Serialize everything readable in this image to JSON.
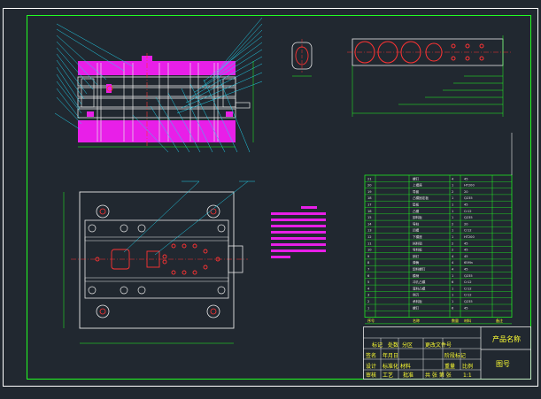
{
  "colors": {
    "background": "#212830",
    "frame_outer": "#ffffff",
    "frame_inner": "#22ff22",
    "line_white": "#e8e8e8",
    "leader": "#22d3ee",
    "hatch": "#e81fe8",
    "dimension": "#22ff22",
    "centerline": "#ff3333",
    "hole_red": "#ff3333",
    "title_text": "#ffff33"
  },
  "drawing": {
    "views": [
      "section-elevation-view",
      "strip-layout-view",
      "small-part-view",
      "plan-view",
      "notes-block"
    ],
    "icons": [
      "guide-pillar-hole",
      "punch-hole",
      "dowel-hole"
    ]
  },
  "title_block": {
    "product_name": "产品名称",
    "drawing_number": "图号",
    "material": "材料",
    "sign_labels": [
      "标记",
      "处数",
      "分区",
      "更改文件号",
      "签名",
      "年月日"
    ],
    "approval_labels": [
      "设计",
      "标准化",
      "审核",
      "工艺",
      "批准"
    ],
    "stage_labels": [
      "阶段标记",
      "重量",
      "比例"
    ],
    "scale_value": "1:1",
    "sheet_label": "共 张  第 张"
  },
  "parts_table": {
    "header": [
      "序号",
      "名称",
      "数量",
      "材料",
      "备注"
    ],
    "rows": [
      [
        "21",
        "螺钉",
        "4",
        "45",
        ""
      ],
      [
        "20",
        "上模座",
        "1",
        "HT200",
        ""
      ],
      [
        "19",
        "导套",
        "2",
        "20",
        ""
      ],
      [
        "18",
        "凸模固定板",
        "1",
        "Q235",
        ""
      ],
      [
        "17",
        "垫板",
        "1",
        "45",
        ""
      ],
      [
        "16",
        "凸模",
        "1",
        "Cr12",
        ""
      ],
      [
        "15",
        "卸料板",
        "1",
        "Q235",
        ""
      ],
      [
        "14",
        "导柱",
        "2",
        "20",
        ""
      ],
      [
        "13",
        "凹模",
        "1",
        "Cr12",
        ""
      ],
      [
        "12",
        "下模座",
        "1",
        "HT200",
        ""
      ],
      [
        "11",
        "挡料销",
        "2",
        "45",
        ""
      ],
      [
        "10",
        "导料板",
        "2",
        "45",
        ""
      ],
      [
        "9",
        "销钉",
        "4",
        "45",
        ""
      ],
      [
        "8",
        "弹簧",
        "4",
        "65Mn",
        ""
      ],
      [
        "7",
        "卸料螺钉",
        "4",
        "45",
        ""
      ],
      [
        "6",
        "模柄",
        "1",
        "Q235",
        ""
      ],
      [
        "5",
        "冲孔凸模",
        "6",
        "Cr12",
        ""
      ],
      [
        "4",
        "落料凸模",
        "1",
        "Cr12",
        ""
      ],
      [
        "3",
        "侧刃",
        "1",
        "Cr12",
        ""
      ],
      [
        "2",
        "承料板",
        "1",
        "Q235",
        ""
      ],
      [
        "1",
        "螺钉",
        "6",
        "45",
        ""
      ]
    ]
  }
}
